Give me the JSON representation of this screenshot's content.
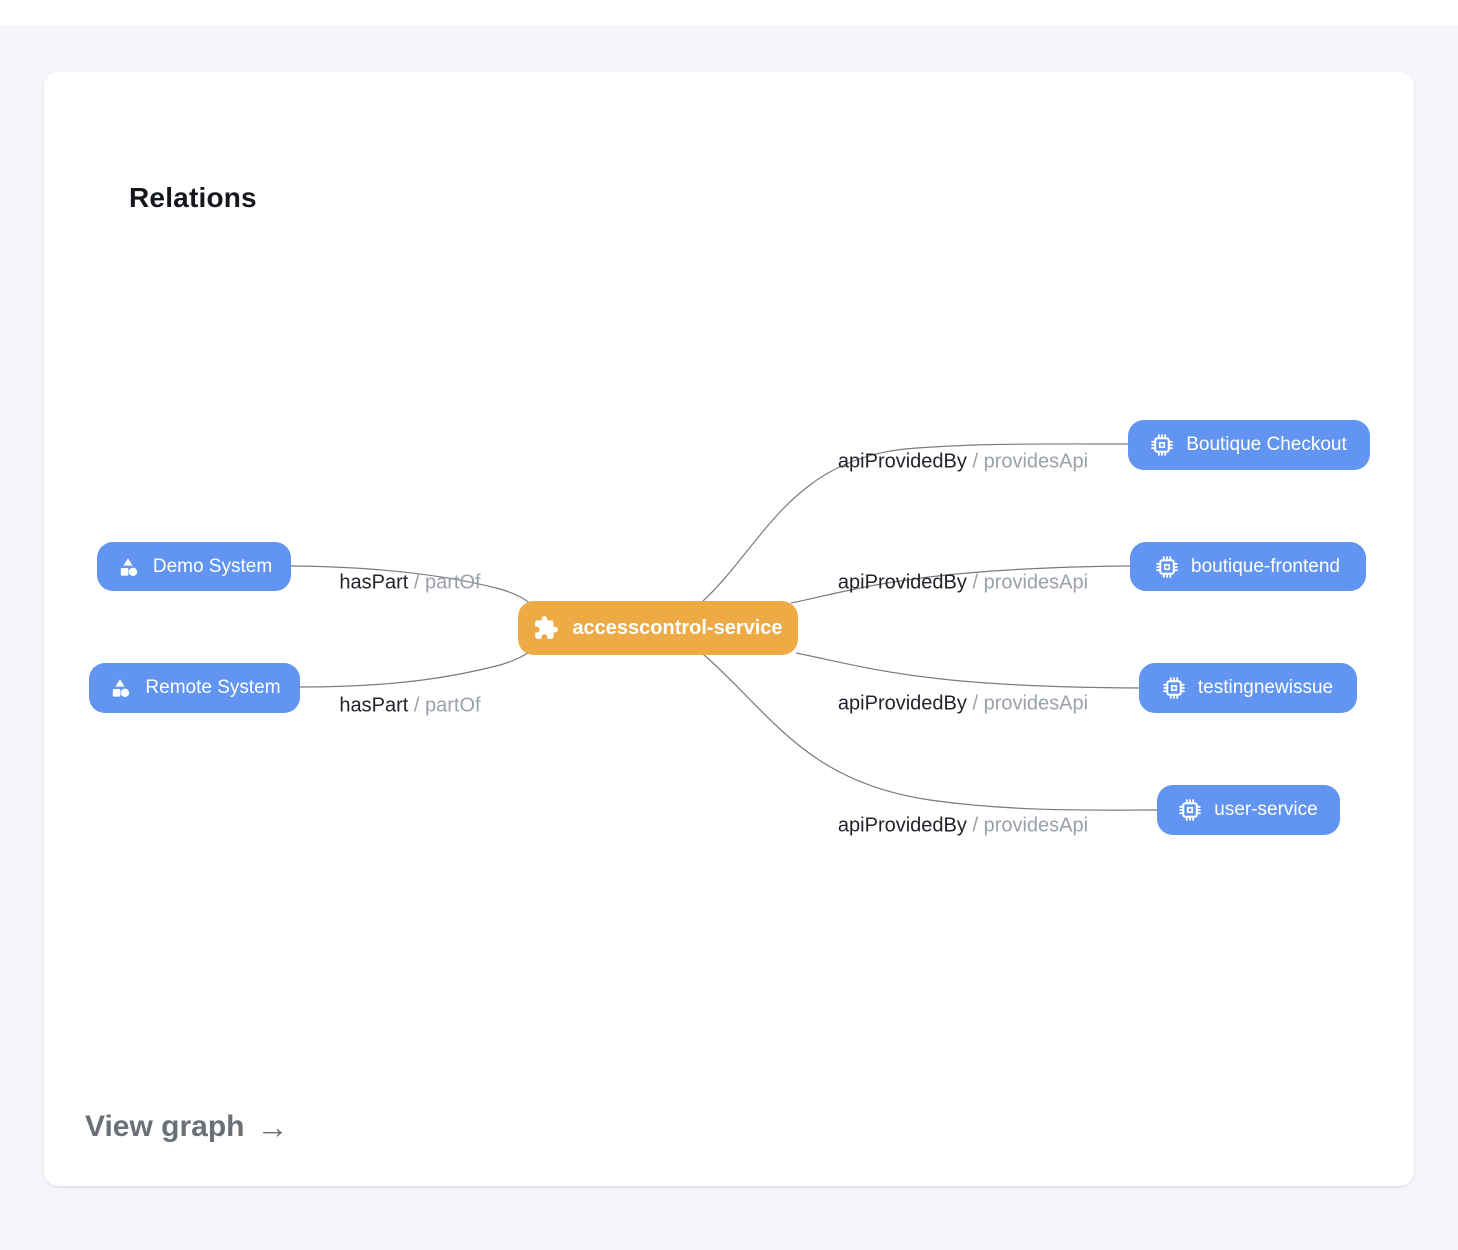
{
  "card": {
    "title": "Relations",
    "footer": {
      "view_graph_label": "View graph",
      "arrow_icon": "→"
    }
  },
  "colors": {
    "page_bg": "#f5f6fa",
    "card_bg": "#ffffff",
    "node_blue": "#6295f1",
    "node_orange": "#edaa45",
    "edge_line": "#7b7b7b",
    "edge_label_dark": "#21242b",
    "edge_label_gray": "#9ba1ab",
    "footer_gray": "#6b7076"
  },
  "graph": {
    "separator": "/",
    "center": {
      "label": "accesscontrol-service",
      "icon": "puzzle-icon"
    },
    "nodes": [
      {
        "label": "Demo System",
        "icon": "system-icon"
      },
      {
        "label": "Remote System",
        "icon": "system-icon"
      },
      {
        "label": "Boutique Checkout",
        "icon": "chip-icon"
      },
      {
        "label": "boutique-frontend",
        "icon": "chip-icon"
      },
      {
        "label": "testingnewissue",
        "icon": "chip-icon"
      },
      {
        "label": "user-service",
        "icon": "chip-icon"
      }
    ],
    "edge_labels": [
      {
        "primary": "hasPart",
        "secondary": "partOf"
      },
      {
        "primary": "hasPart",
        "secondary": "partOf"
      },
      {
        "primary": "apiProvidedBy",
        "secondary": "providesApi"
      },
      {
        "primary": "apiProvidedBy",
        "secondary": "providesApi"
      },
      {
        "primary": "apiProvidedBy",
        "secondary": "providesApi"
      },
      {
        "primary": "apiProvidedBy",
        "secondary": "providesApi"
      }
    ]
  }
}
